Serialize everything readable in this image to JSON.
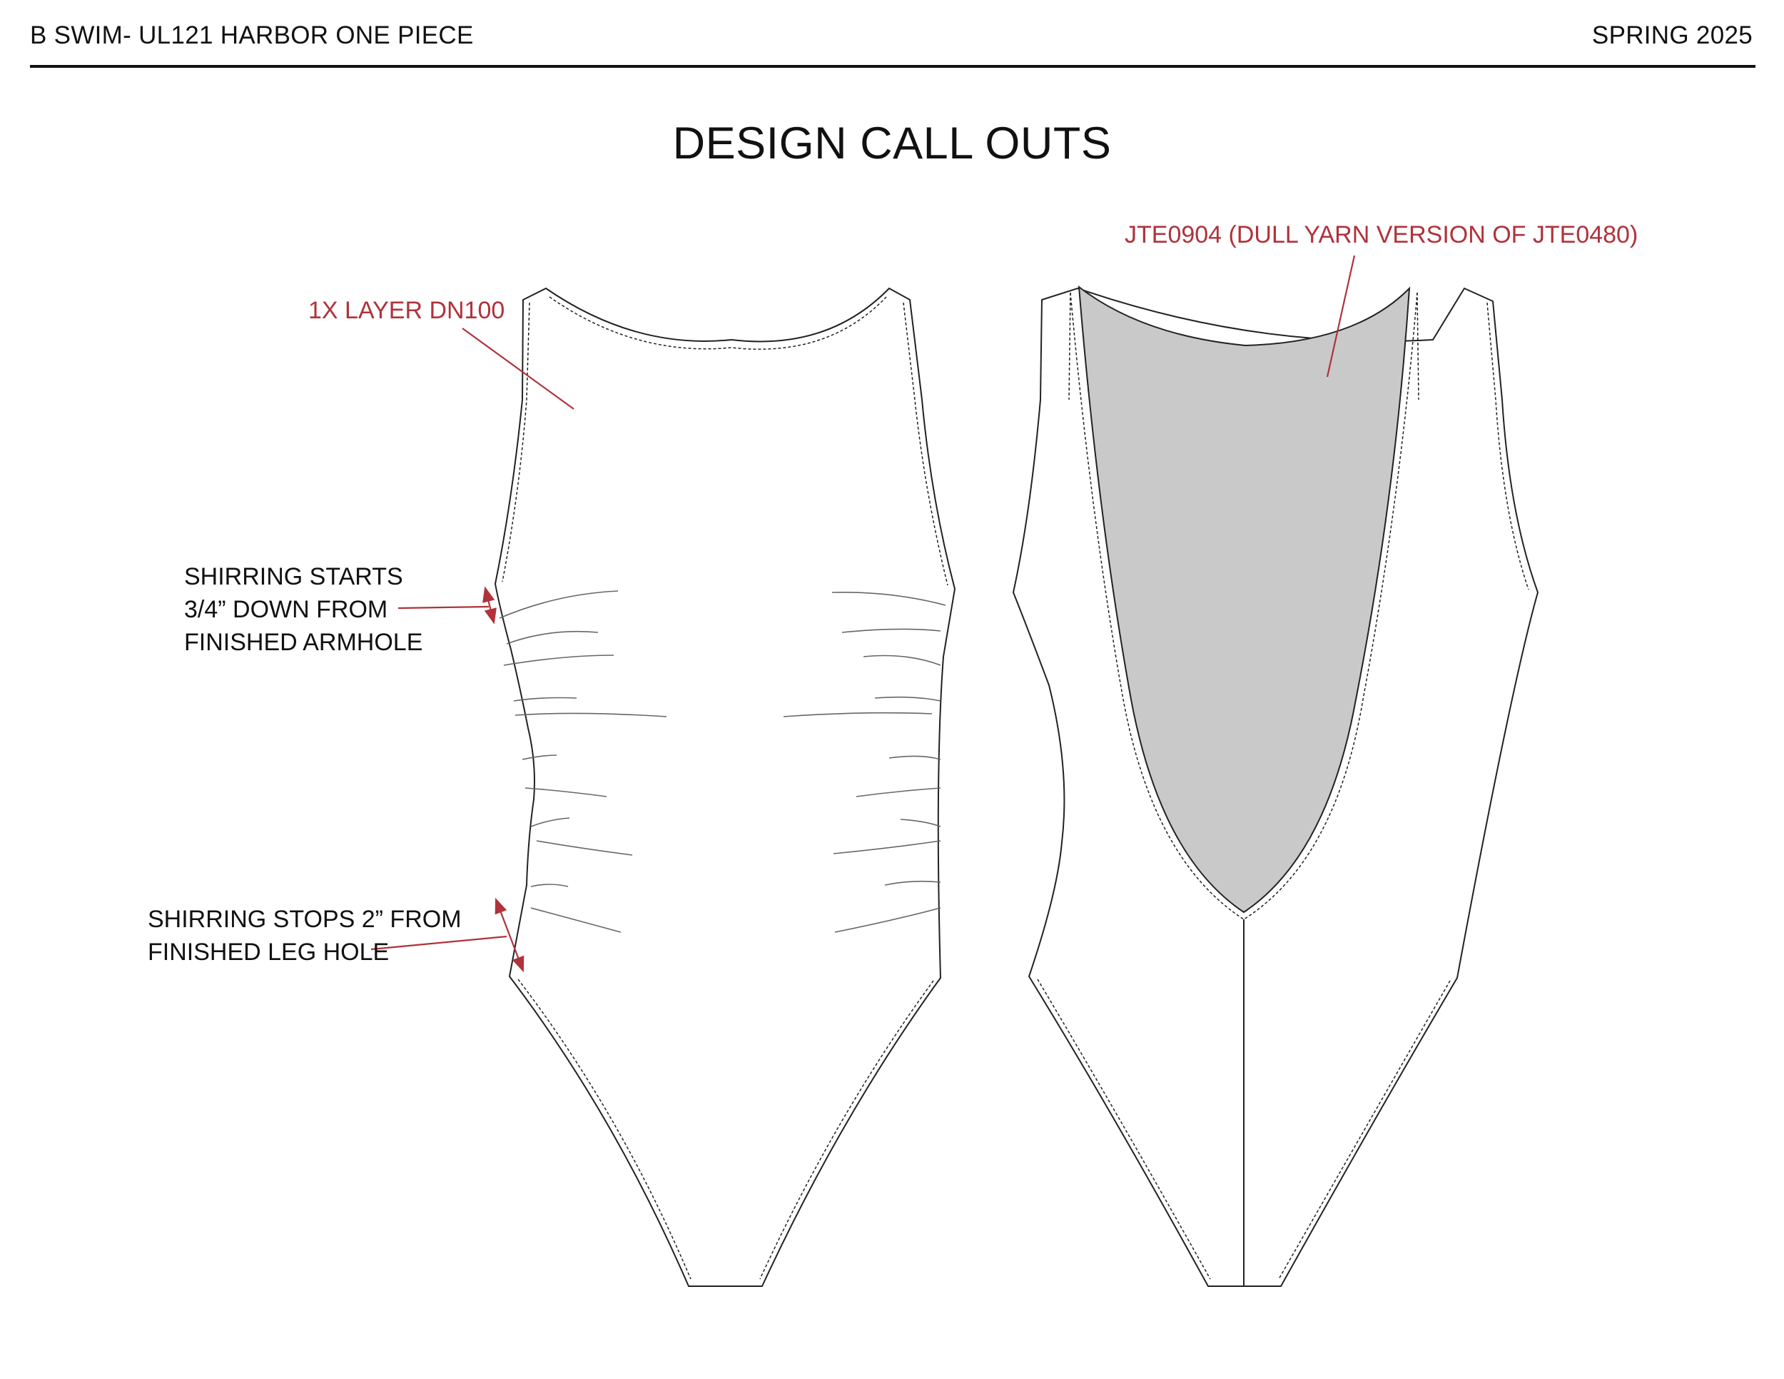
{
  "header": {
    "style_title": "B SWIM- UL121 HARBOR ONE PIECE",
    "season": "SPRING 2025"
  },
  "page_title": "DESIGN CALL OUTS",
  "callouts": {
    "front_layer": "1X LAYER DN100",
    "back_panel": "JTE0904 (DULL YARN VERSION OF JTE0480)",
    "shirring_start": [
      "SHIRRING STARTS",
      "3/4” DOWN FROM",
      "FINISHED ARMHOLE"
    ],
    "shirring_stop": [
      "SHIRRING STOPS 2” FROM",
      "FINISHED LEG HOLE"
    ]
  },
  "colors": {
    "callout_red": "#b0323a",
    "back_panel_fill": "#c9c9c9",
    "outline": "#222222"
  },
  "views": [
    "front",
    "back"
  ]
}
